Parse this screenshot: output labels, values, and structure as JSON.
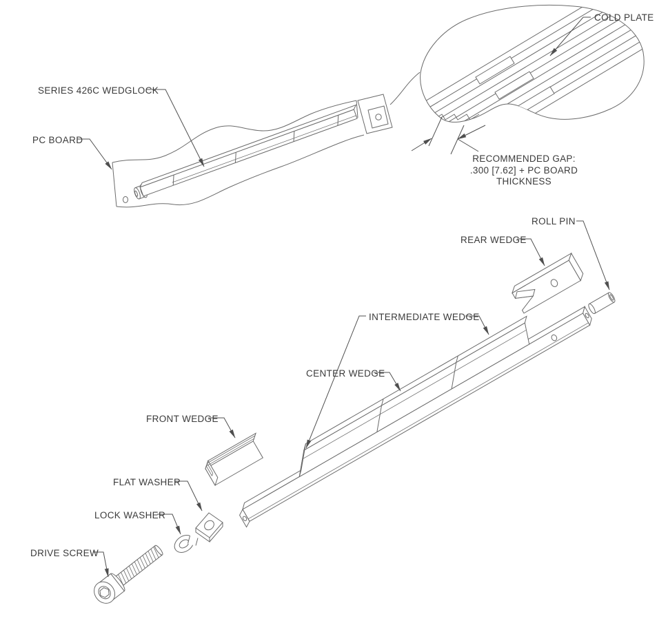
{
  "diagram": {
    "type": "technical-exploded-view",
    "colors": {
      "background": "#ffffff",
      "line": "#6a6a6a",
      "leader": "#4f4f4f",
      "text": "#3a3a3a"
    },
    "assembly_labels": {
      "cold_plate": "COLD PLATE",
      "series_wedglock": "SERIES 426C WEDGLOCK",
      "pc_board": "PC BOARD",
      "recommended_gap_line1": "RECOMMENDED GAP:",
      "recommended_gap_line2": ".300 [7.62] + PC BOARD THICKNESS"
    },
    "exploded_labels": {
      "roll_pin": "ROLL PIN",
      "rear_wedge": "REAR WEDGE",
      "intermediate_wedge": "INTERMEDIATE WEDGE",
      "center_wedge": "CENTER WEDGE",
      "front_wedge": "FRONT WEDGE",
      "flat_washer": "FLAT WASHER",
      "lock_washer": "LOCK WASHER",
      "drive_screw": "DRIVE SCREW"
    }
  }
}
